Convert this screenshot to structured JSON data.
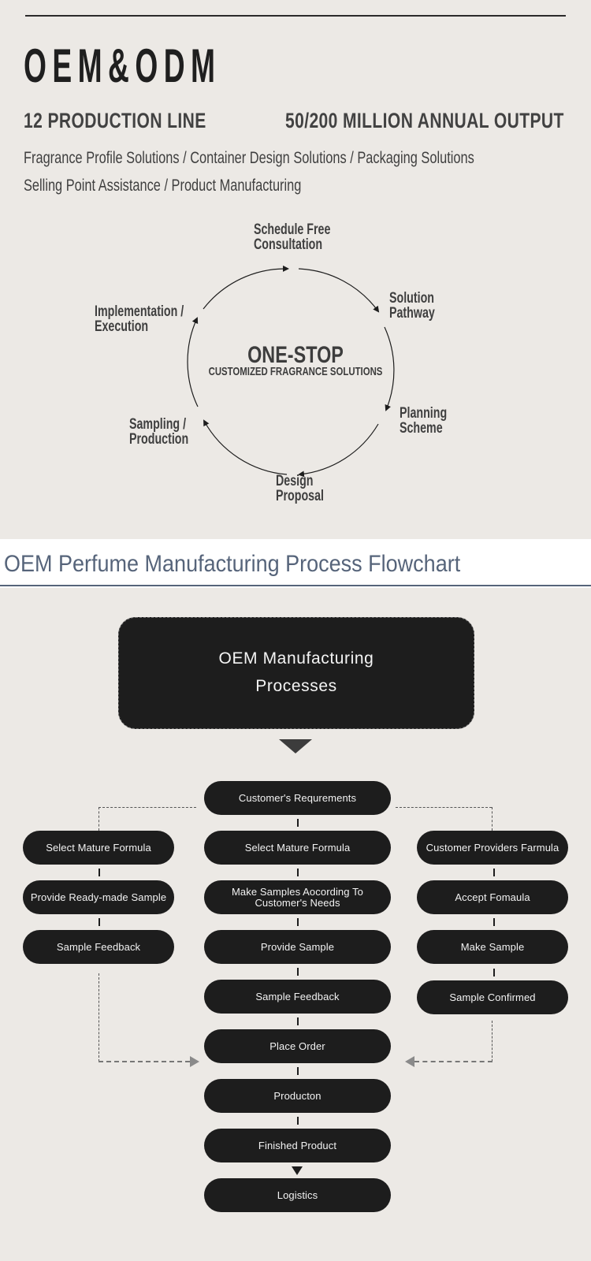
{
  "header": {
    "brand": "OEM&ODM",
    "stats": [
      "12 PRODUCTION LINE",
      "50/200 MILLION ANNUAL OUTPUT"
    ],
    "services": [
      "Fragrance Profile Solutions / Container Design Solutions / Packaging Solutions",
      "Selling Point Assistance / Product Manufacturing"
    ]
  },
  "cycle": {
    "center_title": "ONE-STOP",
    "center_subtitle": "CUSTOMIZED FRAGRANCE SOLUTIONS",
    "steps": [
      {
        "line1": "Schedule Free",
        "line2": "Consultation"
      },
      {
        "line1": "Solution",
        "line2": "Pathway"
      },
      {
        "line1": "Planning",
        "line2": "Scheme"
      },
      {
        "line1": "Design",
        "line2": "Proposal"
      },
      {
        "line1": "Sampling /",
        "line2": "Production"
      },
      {
        "line1": "Implementation /",
        "line2": "Execution"
      }
    ]
  },
  "section": {
    "title": "OEM Perfume Manufacturing Process Flowchart"
  },
  "flowchart": {
    "hero": {
      "line1": "OEM Manufacturing",
      "line2": "Processes"
    },
    "start": "Customer's Requrements",
    "left_branch": [
      "Select Mature Formula",
      "Provide Ready-made Sample",
      "Sample Feedback"
    ],
    "center_branch": [
      "Select Mature Formula",
      "Make Samples Aocording To Customer's Needs",
      "Provide Sample",
      "Sample Feedback",
      "Place Order",
      "Producton",
      "Finished Product",
      "Logistics"
    ],
    "right_branch": [
      "Customer Providers Farmula",
      "Accept Fomaula",
      "Make Sample",
      "Sample Confirmed"
    ]
  }
}
